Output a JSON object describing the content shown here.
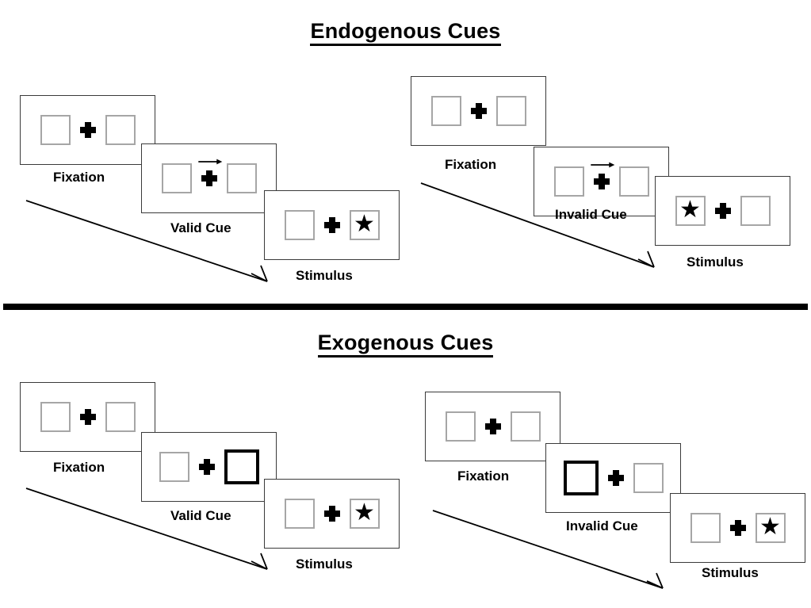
{
  "figure": {
    "sections": [
      {
        "id": "endogenous",
        "title": "Endogenous Cues",
        "columns": [
          {
            "id": "endogenous-valid",
            "cue_type": "arrow",
            "cue_direction": "right",
            "panels": [
              {
                "label": "Fixation",
                "left_box": "empty",
                "right_box": "empty",
                "cue": "none"
              },
              {
                "label": "Valid Cue",
                "left_box": "empty",
                "right_box": "empty",
                "cue": "arrow-right"
              },
              {
                "label": "Stimulus",
                "left_box": "empty",
                "right_box": "star",
                "cue": "none"
              }
            ]
          },
          {
            "id": "endogenous-invalid",
            "cue_type": "arrow",
            "cue_direction": "right",
            "panels": [
              {
                "label": "Fixation",
                "left_box": "empty",
                "right_box": "empty",
                "cue": "none"
              },
              {
                "label": "Invalid Cue",
                "left_box": "empty",
                "right_box": "empty",
                "cue": "arrow-right"
              },
              {
                "label": "Stimulus",
                "left_box": "star",
                "right_box": "empty",
                "cue": "none"
              }
            ]
          }
        ]
      },
      {
        "id": "exogenous",
        "title": "Exogenous Cues",
        "columns": [
          {
            "id": "exogenous-valid",
            "cue_type": "box-flash",
            "cue_direction": "right",
            "panels": [
              {
                "label": "Fixation",
                "left_box": "empty",
                "right_box": "empty",
                "cue": "none"
              },
              {
                "label": "Valid Cue",
                "left_box": "empty",
                "right_box": "cued",
                "cue": "box-right"
              },
              {
                "label": "Stimulus",
                "left_box": "empty",
                "right_box": "star",
                "cue": "none"
              }
            ]
          },
          {
            "id": "exogenous-invalid",
            "cue_type": "box-flash",
            "cue_direction": "left",
            "panels": [
              {
                "label": "Fixation",
                "left_box": "empty",
                "right_box": "empty",
                "cue": "none"
              },
              {
                "label": "Invalid Cue",
                "left_box": "cued",
                "right_box": "empty",
                "cue": "box-left"
              },
              {
                "label": "Stimulus",
                "left_box": "empty",
                "right_box": "star",
                "cue": "none"
              }
            ]
          }
        ]
      }
    ],
    "icons": {
      "star": "★",
      "fixation_cross": "fixation-cross-icon",
      "cue_arrow": "arrow-right-icon",
      "time_arrow": "time-progression-arrow"
    },
    "colors": {
      "ink": "#000000",
      "panel_border": "#3a3a3a",
      "box_border": "#a6a6a6",
      "cue_box_border": "#000000",
      "background": "#ffffff"
    }
  }
}
